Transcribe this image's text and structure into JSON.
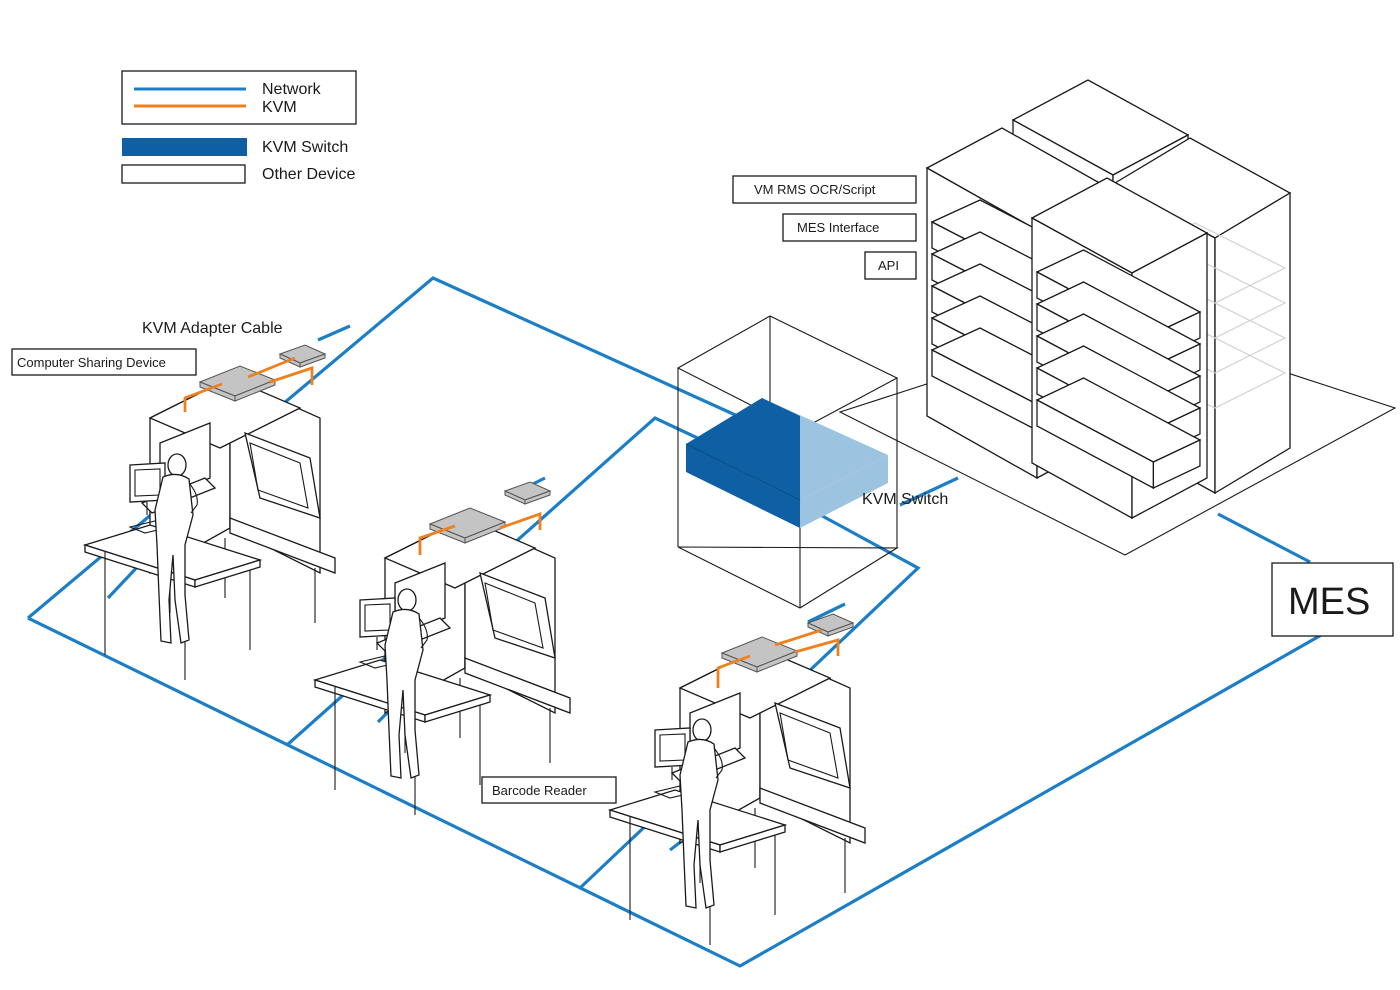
{
  "legend": {
    "network_label": "Network",
    "kvm_label": "KVM",
    "kvm_switch_label": "KVM Switch",
    "other_device_label": "Other Device"
  },
  "colors": {
    "network_line": "#1c7ec6",
    "kvm_line": "#ee8020",
    "kvm_switch_fill": "#0e5fa3",
    "kvm_switch_light": "#9cc3e0"
  },
  "labels": {
    "kvm_adapter_cable": "KVM Adapter Cable",
    "computer_sharing_device": "Computer Sharing Device",
    "kvm_switch": "KVM Switch",
    "barcode_reader": "Barcode Reader",
    "vm_rms": "VM RMS OCR/Script",
    "mes_interface": "MES Interface",
    "api": "API",
    "mes": "MES"
  }
}
